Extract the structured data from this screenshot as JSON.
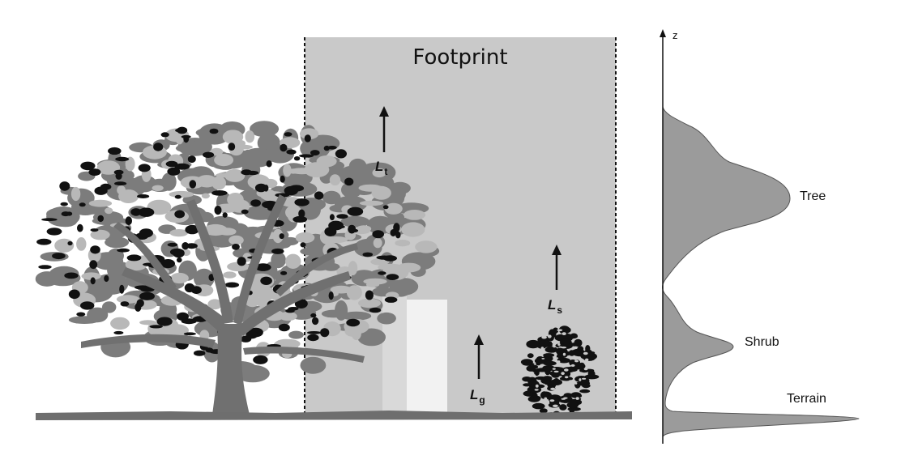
{
  "diagram": {
    "footprint_label": "Footprint",
    "fluxes": [
      {
        "id": "tree",
        "symbol": "L",
        "subscript": "t"
      },
      {
        "id": "ground",
        "symbol": "L",
        "subscript": "g"
      },
      {
        "id": "shrub",
        "symbol": "L",
        "subscript": "s"
      }
    ],
    "profile": {
      "axis_label": "z",
      "layers": [
        "Tree",
        "Shrub",
        "Terrain"
      ]
    },
    "colors": {
      "footprint_fill": "#c9c9c9",
      "profile_fill": "#9b9b9b",
      "foliage_dark": "#111111",
      "foliage_mid": "#7c7c7c",
      "trunk": "#707070",
      "ground": "#6e6e6e"
    }
  }
}
